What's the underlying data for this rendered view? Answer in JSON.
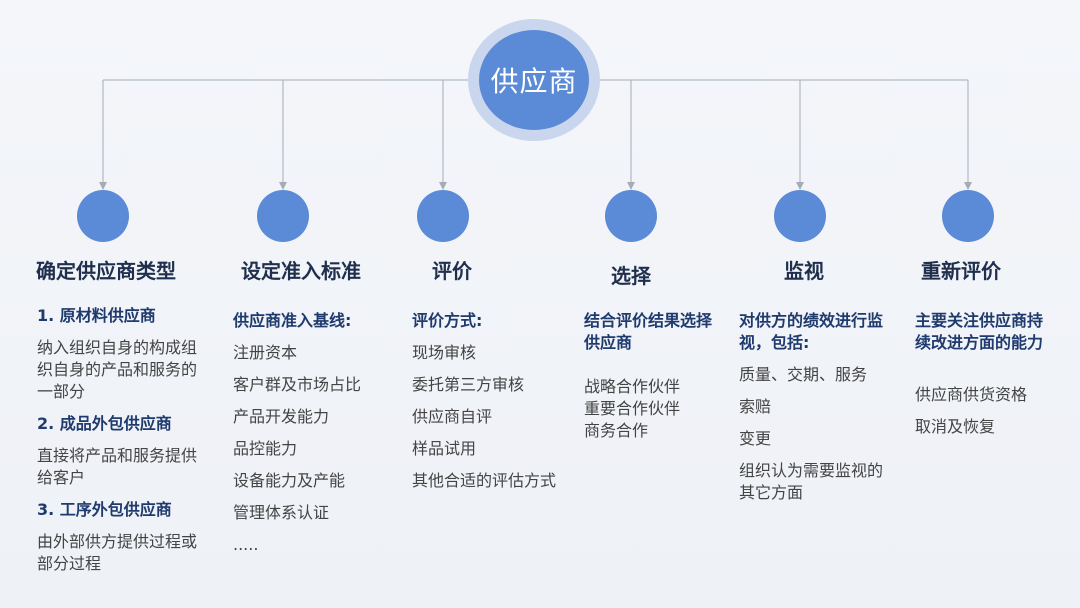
{
  "center": {
    "label": "供应商"
  },
  "columns": [
    {
      "title": "确定供应商类型",
      "groups": [
        {
          "heading": "1. 原材料供应商",
          "text": "纳入组织自身的构成组织自身的产品和服务的一部分"
        },
        {
          "heading": "2. 成品外包供应商",
          "text": "直接将产品和服务提供给客户"
        },
        {
          "heading": "3. 工序外包供应商",
          "text": "由外部供方提供过程或部分过程"
        }
      ]
    },
    {
      "title": "设定准入标准",
      "heading": "供应商准入基线:",
      "items": [
        "注册资本",
        "客户群及市场占比",
        "产品开发能力",
        "品控能力",
        "设备能力及产能",
        "管理体系认证",
        "....."
      ]
    },
    {
      "title": "评价",
      "heading": "评价方式:",
      "items": [
        "现场审核",
        "委托第三方审核",
        "供应商自评",
        "样品试用",
        "其他合适的评估方式"
      ]
    },
    {
      "title": "选择",
      "heading": "结合评价结果选择供应商",
      "items": [
        "战略合作伙伴",
        "重要合作伙伴",
        "商务合作"
      ]
    },
    {
      "title": "监视",
      "heading": "对供方的绩效进行监视，包括:",
      "items": [
        "质量、交期、服务",
        "索赔",
        "变更",
        "组织认为需要监视的其它方面"
      ]
    },
    {
      "title": "重新评价",
      "heading": "主要关注供应商持续改进方面的能力",
      "items": [
        "供应商供货资格",
        "取消及恢复"
      ]
    }
  ]
}
